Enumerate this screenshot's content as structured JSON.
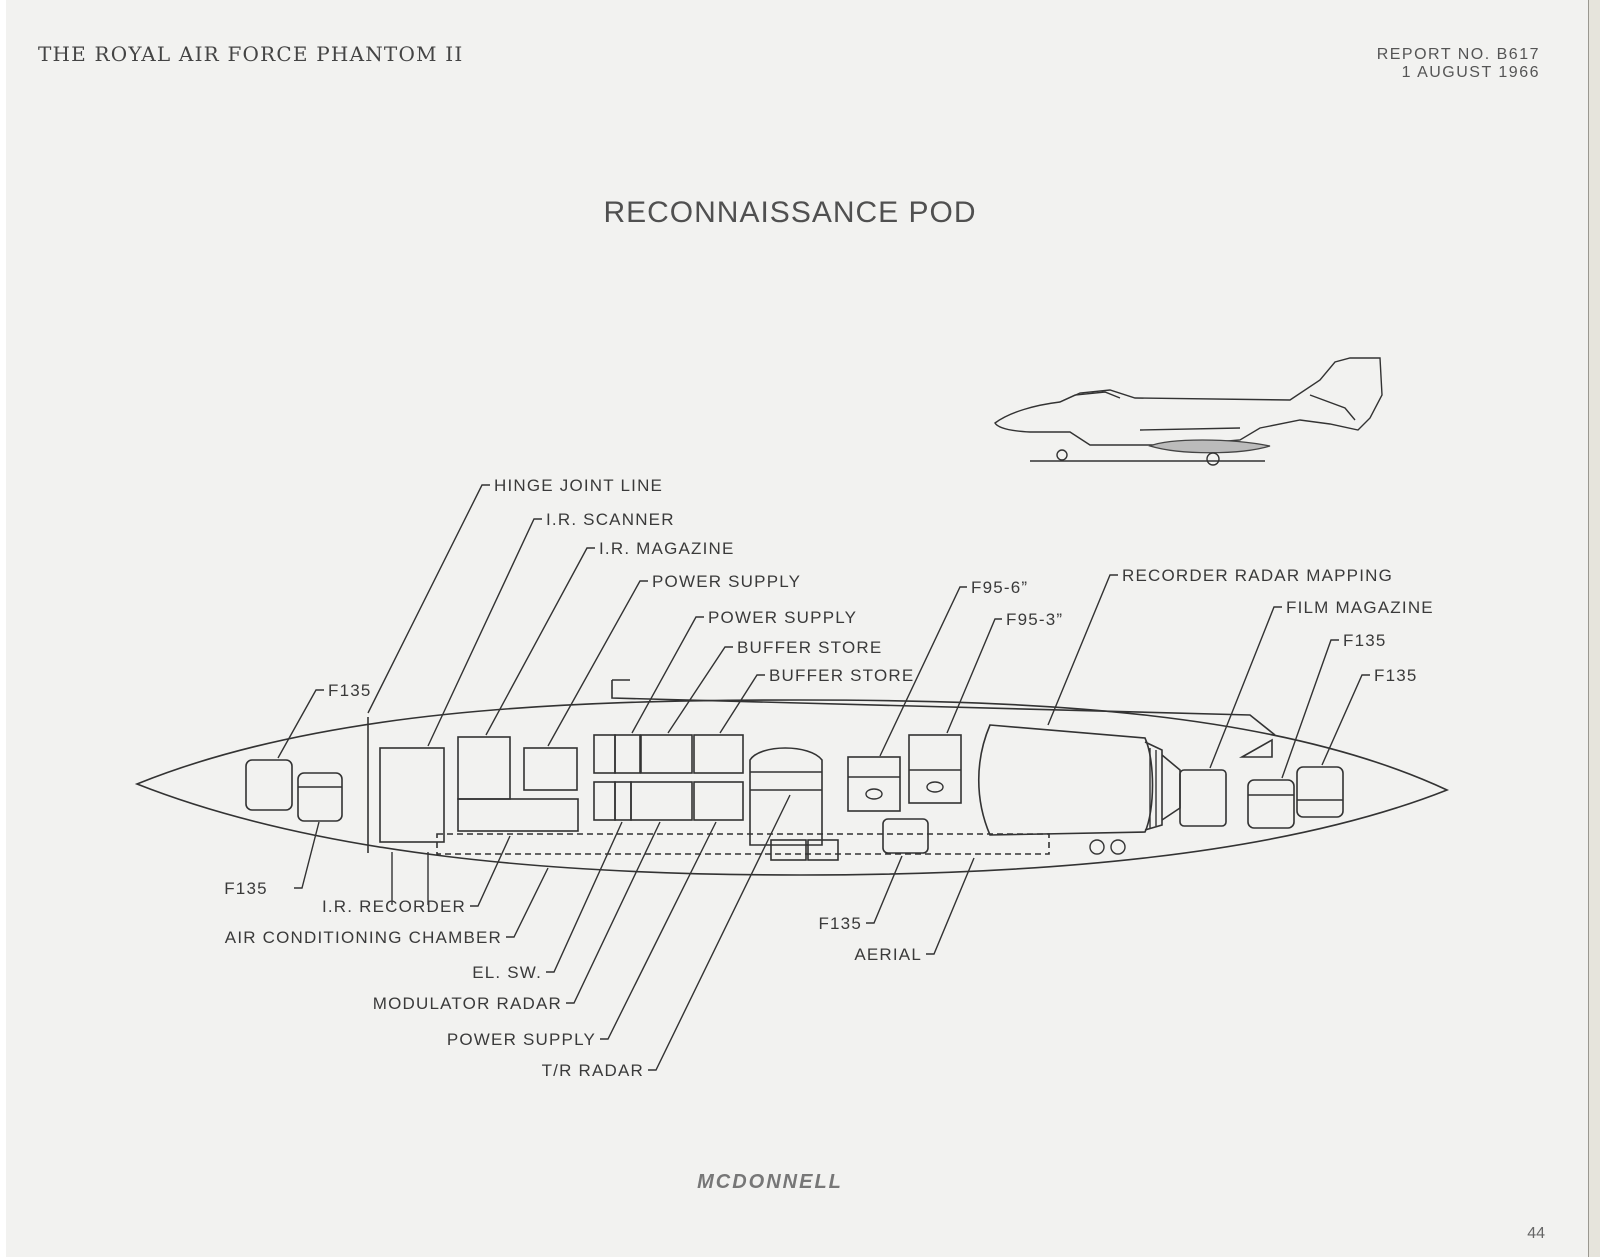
{
  "header": {
    "left": "THE ROYAL AIR FORCE PHANTOM II",
    "report_no": "REPORT NO. B617",
    "date": "1 AUGUST 1966"
  },
  "title": "RECONNAISSANCE POD",
  "labels": {
    "hinge_joint_line": "HINGE JOINT LINE",
    "ir_scanner": "I.R. SCANNER",
    "ir_magazine": "I.R. MAGAZINE",
    "power_supply_1": "POWER SUPPLY",
    "power_supply_2": "POWER SUPPLY",
    "buffer_store_1": "BUFFER STORE",
    "buffer_store_2": "BUFFER STORE",
    "f95_6": "F95-6”",
    "f95_3": "F95-3”",
    "recorder_radar_mapping": "RECORDER RADAR MAPPING",
    "film_magazine": "FILM MAGAZINE",
    "f135_rear_upper": "F135",
    "f135_rear_lower": "F135",
    "f135_front_upper": "F135",
    "f135_front_lower": "F135",
    "ir_recorder": "I.R. RECORDER",
    "air_conditioning_chamber": "AIR CONDITIONING CHAMBER",
    "el_sw": "EL. SW.",
    "modulator_radar": "MODULATOR RADAR",
    "power_supply_3": "POWER SUPPLY",
    "tr_radar": "T/R RADAR",
    "f135_bottom": "F135",
    "aerial": "AERIAL"
  },
  "footer": {
    "brand": "MCDONNELL",
    "page": "44"
  }
}
